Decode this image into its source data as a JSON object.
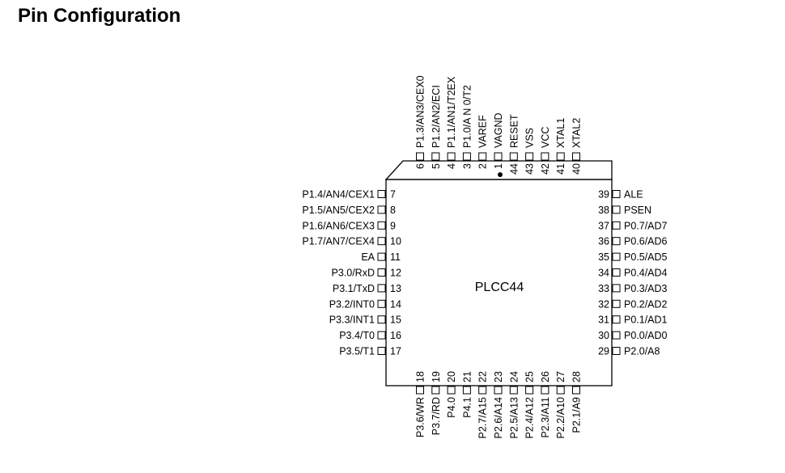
{
  "title": "Pin Configuration",
  "package_label": "PLCC44",
  "pins": {
    "top": [
      {
        "num": "6",
        "name": "P1.3/AN3/CEX0"
      },
      {
        "num": "5",
        "name": "P1.2/AN2/ECI"
      },
      {
        "num": "4",
        "name": "P1.1/AN1/T2EX"
      },
      {
        "num": "3",
        "name": "P1.0/A N 0/T2"
      },
      {
        "num": "2",
        "name": "VAREF"
      },
      {
        "num": "1",
        "name": "VAGND"
      },
      {
        "num": "44",
        "name": "RESET"
      },
      {
        "num": "43",
        "name": "VSS"
      },
      {
        "num": "42",
        "name": "VCC"
      },
      {
        "num": "41",
        "name": "XTAL1"
      },
      {
        "num": "40",
        "name": "XTAL2"
      }
    ],
    "left": [
      {
        "num": "7",
        "name": "P1.4/AN4/CEX1"
      },
      {
        "num": "8",
        "name": "P1.5/AN5/CEX2"
      },
      {
        "num": "9",
        "name": "P1.6/AN6/CEX3"
      },
      {
        "num": "10",
        "name": "P1.7/AN7/CEX4"
      },
      {
        "num": "11",
        "name": "EA"
      },
      {
        "num": "12",
        "name": "P3.0/RxD"
      },
      {
        "num": "13",
        "name": "P3.1/TxD"
      },
      {
        "num": "14",
        "name": "P3.2/INT0"
      },
      {
        "num": "15",
        "name": "P3.3/INT1"
      },
      {
        "num": "16",
        "name": "P3.4/T0"
      },
      {
        "num": "17",
        "name": "P3.5/T1"
      }
    ],
    "right": [
      {
        "num": "39",
        "name": "ALE"
      },
      {
        "num": "38",
        "name": "PSEN"
      },
      {
        "num": "37",
        "name": "P0.7/AD7"
      },
      {
        "num": "36",
        "name": "P0.6/AD6"
      },
      {
        "num": "35",
        "name": "P0.5/AD5"
      },
      {
        "num": "34",
        "name": "P0.4/AD4"
      },
      {
        "num": "33",
        "name": "P0.3/AD3"
      },
      {
        "num": "32",
        "name": "P0.2/AD2"
      },
      {
        "num": "31",
        "name": "P0.1/AD1"
      },
      {
        "num": "30",
        "name": "P0.0/AD0"
      },
      {
        "num": "29",
        "name": "P2.0/A8"
      }
    ],
    "bottom": [
      {
        "num": "18",
        "name": "P3.6/WR"
      },
      {
        "num": "19",
        "name": "P3.7/RD"
      },
      {
        "num": "20",
        "name": "P4.0"
      },
      {
        "num": "21",
        "name": "P4.1"
      },
      {
        "num": "22",
        "name": "P2.7/A15"
      },
      {
        "num": "23",
        "name": "P2.6/A14"
      },
      {
        "num": "24",
        "name": "P2.5/A13"
      },
      {
        "num": "25",
        "name": "P2.4/A12"
      },
      {
        "num": "26",
        "name": "P2.3/A11"
      },
      {
        "num": "27",
        "name": "P2.2/A10"
      },
      {
        "num": "28",
        "name": "P2.1/A9"
      }
    ]
  }
}
